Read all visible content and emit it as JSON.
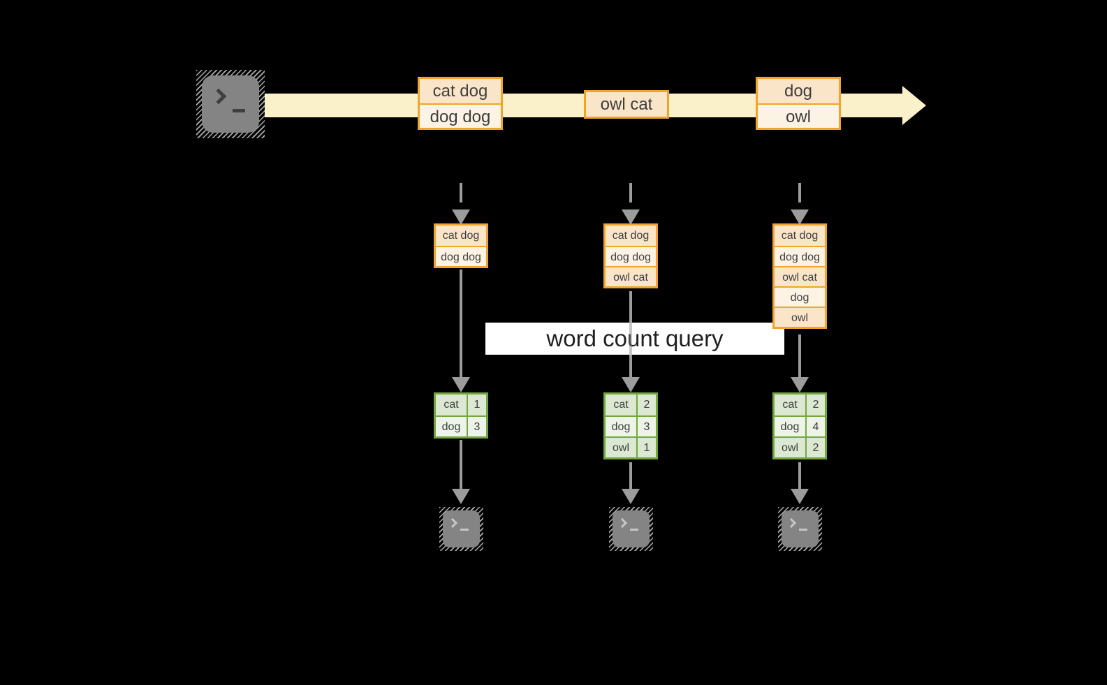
{
  "query": {
    "label": "word count query"
  },
  "stream": {
    "events": [
      {
        "rows": [
          "cat dog",
          "dog dog"
        ]
      },
      {
        "rows": [
          "owl cat"
        ]
      },
      {
        "rows": [
          "dog",
          "owl"
        ]
      }
    ]
  },
  "columns": [
    {
      "state_rows": [
        "cat dog",
        "dog dog"
      ],
      "count_rows": [
        [
          "cat",
          "1"
        ],
        [
          "dog",
          "3"
        ]
      ]
    },
    {
      "state_rows": [
        "cat dog",
        "dog dog",
        "owl cat"
      ],
      "count_rows": [
        [
          "cat",
          "2"
        ],
        [
          "dog",
          "3"
        ],
        [
          "owl",
          "1"
        ]
      ]
    },
    {
      "state_rows": [
        "cat dog",
        "dog dog",
        "owl cat",
        "dog",
        "owl"
      ],
      "count_rows": [
        [
          "cat",
          "2"
        ],
        [
          "dog",
          "4"
        ],
        [
          "owl",
          "2"
        ]
      ]
    }
  ],
  "icons": {
    "source": "terminal-prompt",
    "sink": "terminal-prompt",
    "glyph": ">_"
  },
  "colors": {
    "background": "#000000",
    "stream_band": "#FAF0CA",
    "orange_border": "#F0A42C",
    "peach_fill": "#FBE5C9",
    "cream_fill": "#FDF3E4",
    "green_border": "#74A83F",
    "green_fill_dark": "#DCE8D2",
    "green_fill_light": "#EDF3E8",
    "arrow_gray": "#9C9C9C",
    "text_dark": "#3E3E3E",
    "query_band": "#FFFFFF"
  }
}
